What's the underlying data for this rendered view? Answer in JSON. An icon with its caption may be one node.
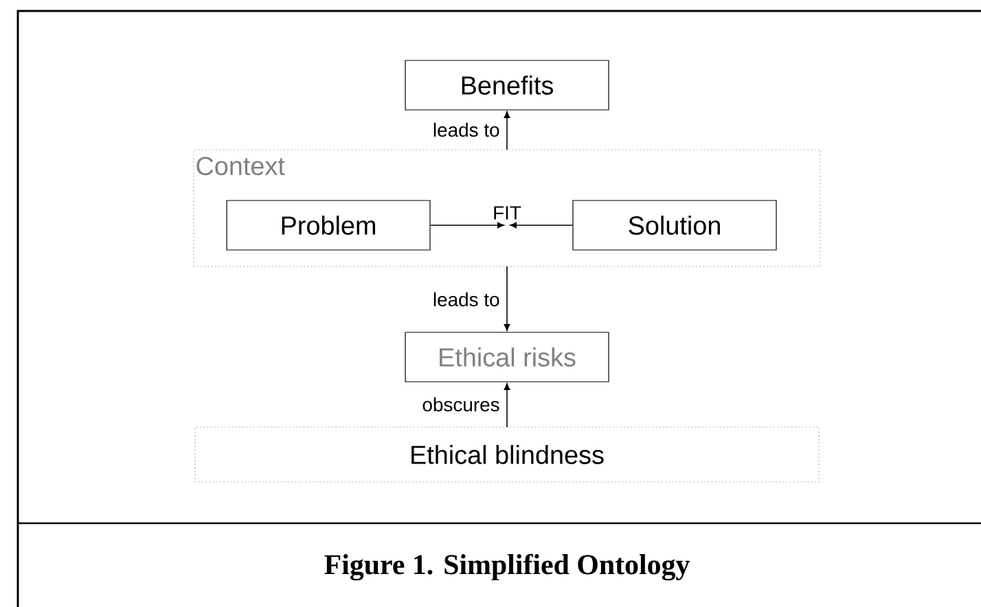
{
  "diagram": {
    "caption": "Figure 1. Simplified Ontology",
    "nodes": [
      {
        "text": [
          "Benefits"
        ]
      },
      {
        "text": [
          "Context"
        ]
      },
      {
        "text": [
          "Problem"
        ],
        "in": 1
      },
      {
        "text": [
          "Solution"
        ],
        "in": 1
      },
      {
        "text": [
          "Ethical risks"
        ]
      },
      {
        "text": [
          "Ethical blindness"
        ]
      }
    ],
    "edges": [
      {
        "from": 1,
        "to": 0,
        "arrow": "to",
        "label": "leads to"
      },
      {
        "from": 2,
        "to": null,
        "arrow": "to",
        "label": "FIT"
      },
      {
        "from": 3,
        "to": null,
        "arrow": "to"
      },
      {
        "from": 1,
        "to": 4,
        "arrow": "to",
        "label": "leads to"
      },
      {
        "from": 5,
        "to": 4,
        "arrow": "to",
        "label": "obscures"
      }
    ]
  }
}
